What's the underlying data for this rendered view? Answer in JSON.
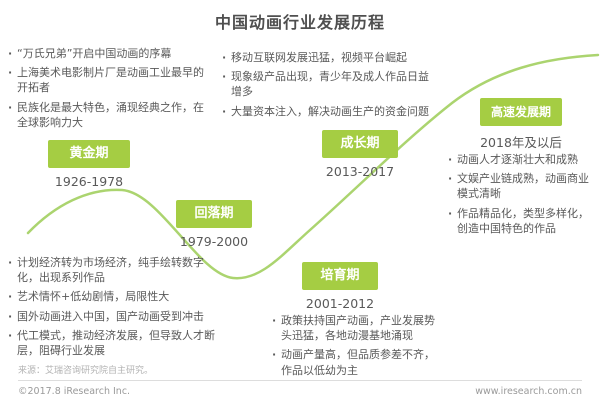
{
  "title": "中国动画行业发展历程",
  "colors": {
    "accent_green": "#a5cd43",
    "curve_green": "#abd46f",
    "title_text": "#4f4f4f",
    "body_text": "#595959",
    "footer_text": "#9a9a9a"
  },
  "stages": [
    {
      "name": "黄金期",
      "period": "1926-1978",
      "bullets": [
        "“万氏兄弟”开启中国动画的序幕",
        "上海美术电影制片厂是动画工业最早的开拓者",
        "民族化是最大特色，涌现经典之作，在全球影响力大"
      ]
    },
    {
      "name": "回落期",
      "period": "1979-2000",
      "bullets": [
        "计划经济转为市场经济，纯手绘转数字化，出现系列作品",
        "艺术情怀+低幼剧情，局限性大",
        "国外动画进入中国，国产动画受到冲击",
        "代工模式，推动经济发展，但导致人才断层，阻碍行业发展"
      ]
    },
    {
      "name": "培育期",
      "period": "2001-2012",
      "bullets": [
        "政策扶持国产动画，产业发展势头迅猛，各地动漫基地涌现",
        "动画产量高，但品质参差不齐，作品以低幼为主"
      ]
    },
    {
      "name": "成长期",
      "period": "2013-2017",
      "bullets": [
        "移动互联网发展迅猛，视频平台崛起",
        "现象级产品出现，青少年及成人作品日益增多",
        "大量资本注入，解决动画生产的资金问题"
      ]
    },
    {
      "name": "高速发展期",
      "period": "2018年及以后",
      "bullets": [
        "动画人才逐渐壮大和成熟",
        "文娱产业链成熟，动画商业模式清晰",
        "作品精品化，类型多样化，创造中国特色的作品"
      ]
    }
  ],
  "footer": {
    "source": "来源：艾瑞咨询研究院自主研究。",
    "copyright": "©2017.8 iResearch Inc.",
    "website": "www.iresearch.com.cn"
  }
}
